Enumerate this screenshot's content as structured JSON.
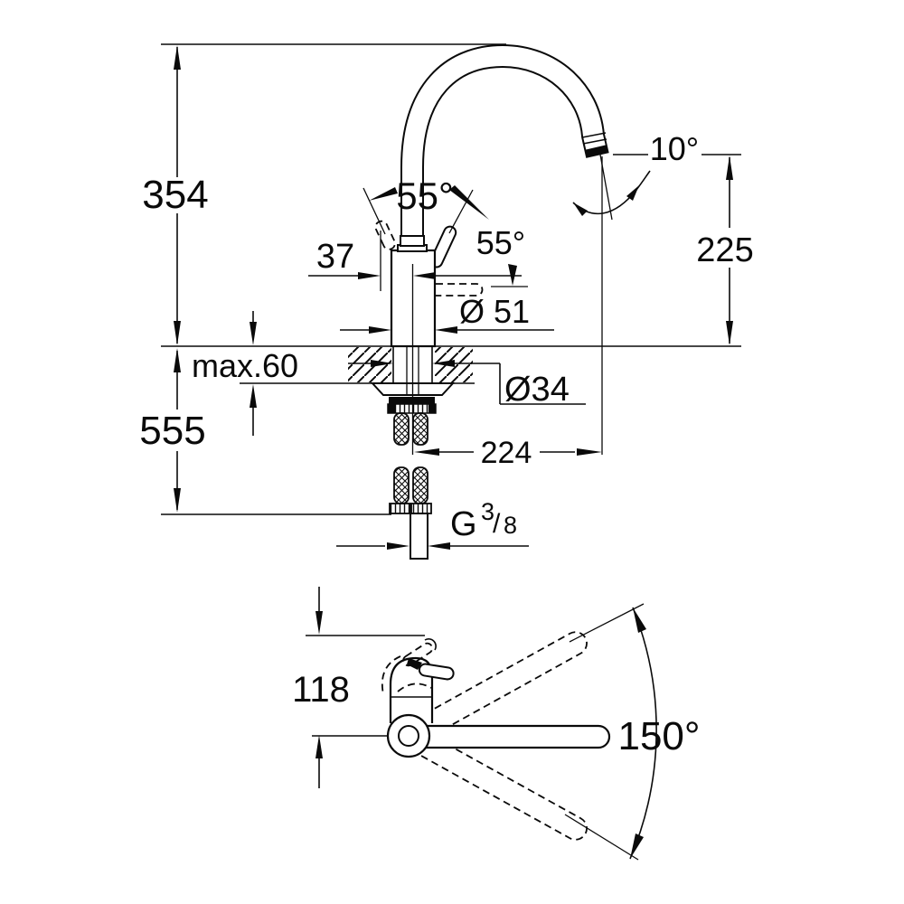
{
  "colors": {
    "ink": "#0a0a0a",
    "background": "#ffffff"
  },
  "side_view": {
    "total_height": "354",
    "below_counter_height": "555",
    "counter_thickness": "max.60",
    "handle_offset": "37",
    "lever_angle_left": "55°",
    "lever_angle_right": "55°",
    "outlet_angle": "10°",
    "outlet_height": "225",
    "body_diameter": "Ø 51",
    "hole_diameter": "Ø34",
    "spout_reach": "224",
    "thread": {
      "prefix": "G",
      "numerator": "3",
      "slash": "/",
      "denominator": "8"
    }
  },
  "top_view": {
    "lever_height": "118",
    "swivel_angle": "150°"
  }
}
